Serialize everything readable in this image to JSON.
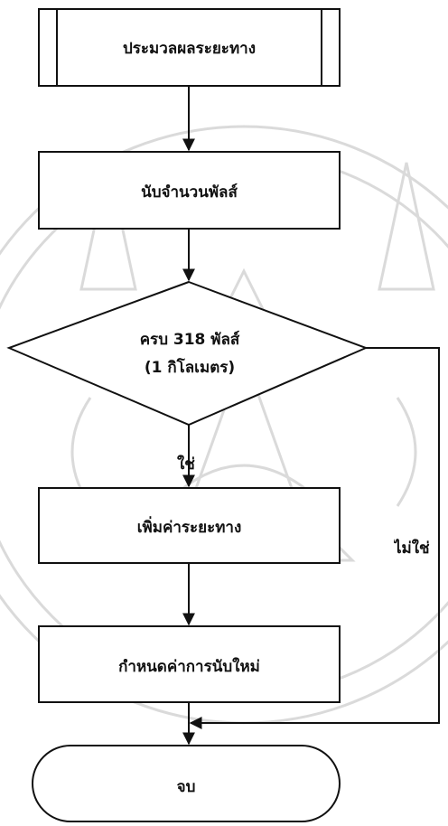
{
  "flowchart": {
    "process_subroutine": "ประมวลผลระยะทาง",
    "count_pulse": "นับจำนวนพัลส์",
    "decision_line1": "ครบ 318 พัลส์",
    "decision_line2": "(1 กิโลเมตร)",
    "yes_label": "ใช่",
    "no_label": "ไม่ใช่",
    "add_distance": "เพิ่มค่าระยะทาง",
    "reset_count": "กำหนดค่าการนับใหม่",
    "end": "จบ"
  },
  "colors": {
    "line": "#111111",
    "box_fill": "#ffffff",
    "watermark": "#cfcfcf"
  }
}
